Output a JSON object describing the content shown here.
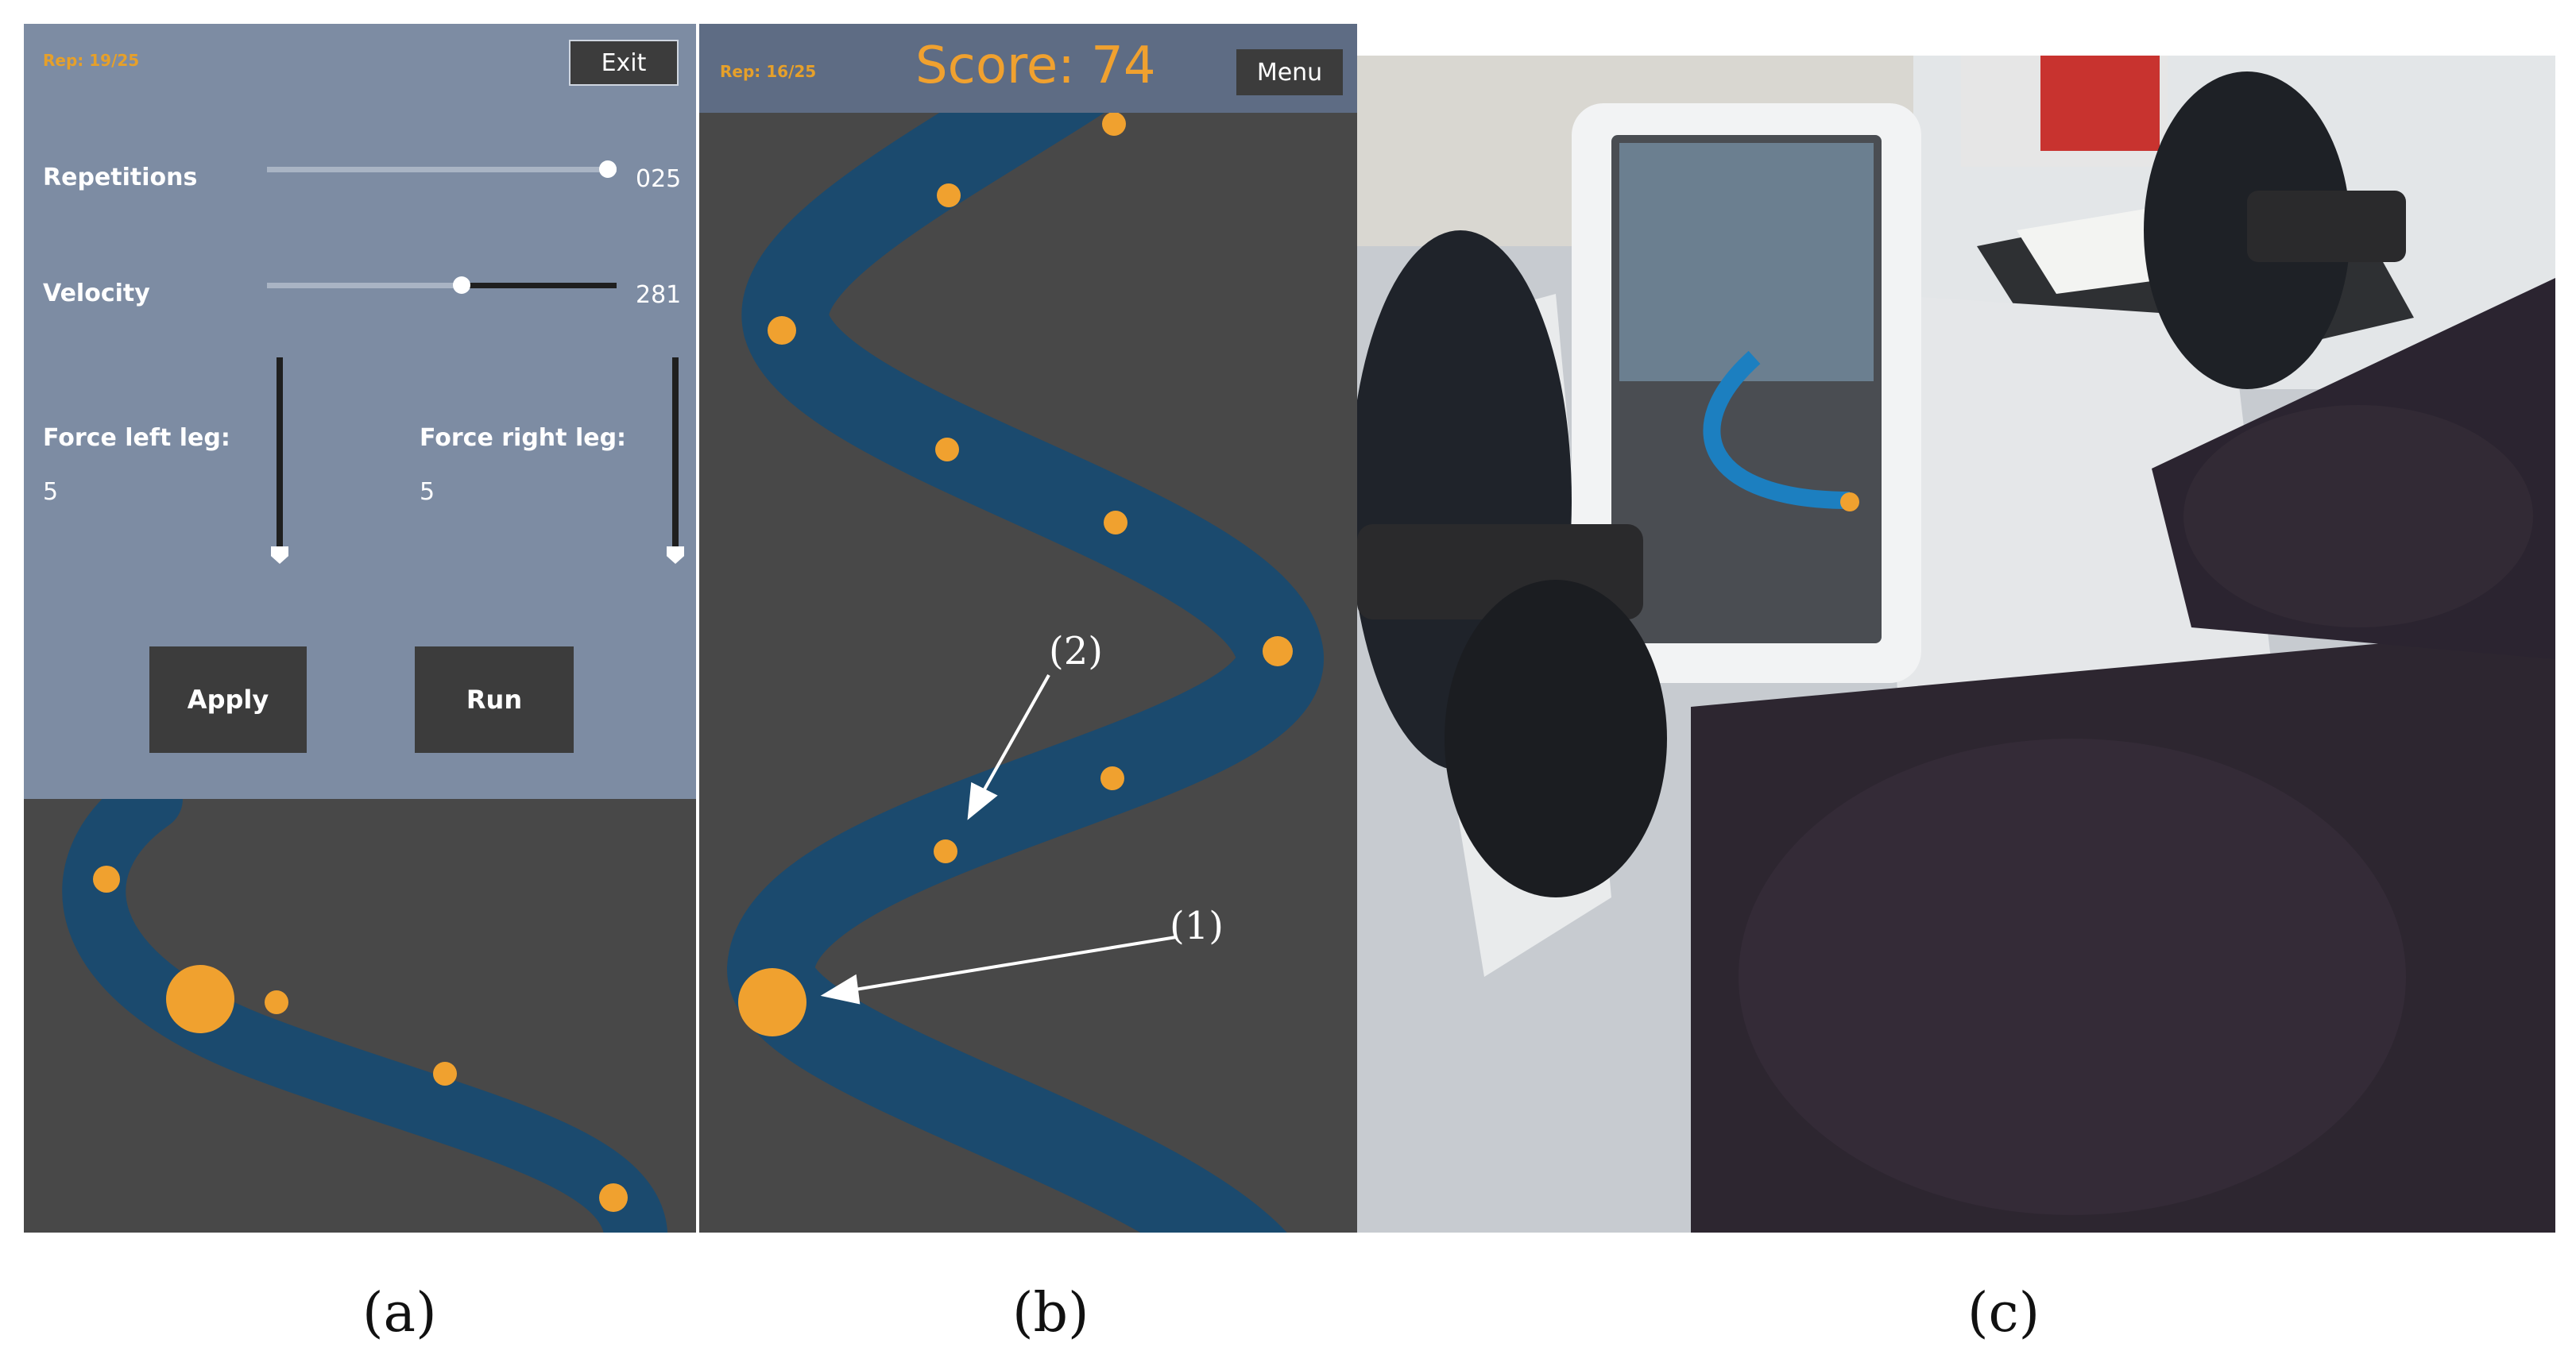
{
  "panel_a": {
    "rep_counter": "Rep: 19/25",
    "exit_label": "Exit",
    "repetitions_label": "Repetitions",
    "repetitions_value": "025",
    "repetitions_level": 1.0,
    "velocity_label": "Velocity",
    "velocity_value": "281",
    "velocity_level": 0.56,
    "force_left_label": "Force left leg:",
    "force_left_value": "5",
    "force_right_label": "Force right leg:",
    "force_right_value": "5",
    "apply_label": "Apply",
    "run_label": "Run"
  },
  "panel_b": {
    "rep_counter": "Rep: 16/25",
    "score": "Score: 74",
    "menu_label": "Menu",
    "annotation_1": "(1)",
    "annotation_2": "(2)"
  },
  "captions": {
    "a": "(a)",
    "b": "(b)",
    "c": "(c)"
  },
  "colors": {
    "track": "#1b4a6e",
    "coin": "#f0a12f",
    "panel": "#7d8ca3",
    "game_bg": "#484848"
  }
}
